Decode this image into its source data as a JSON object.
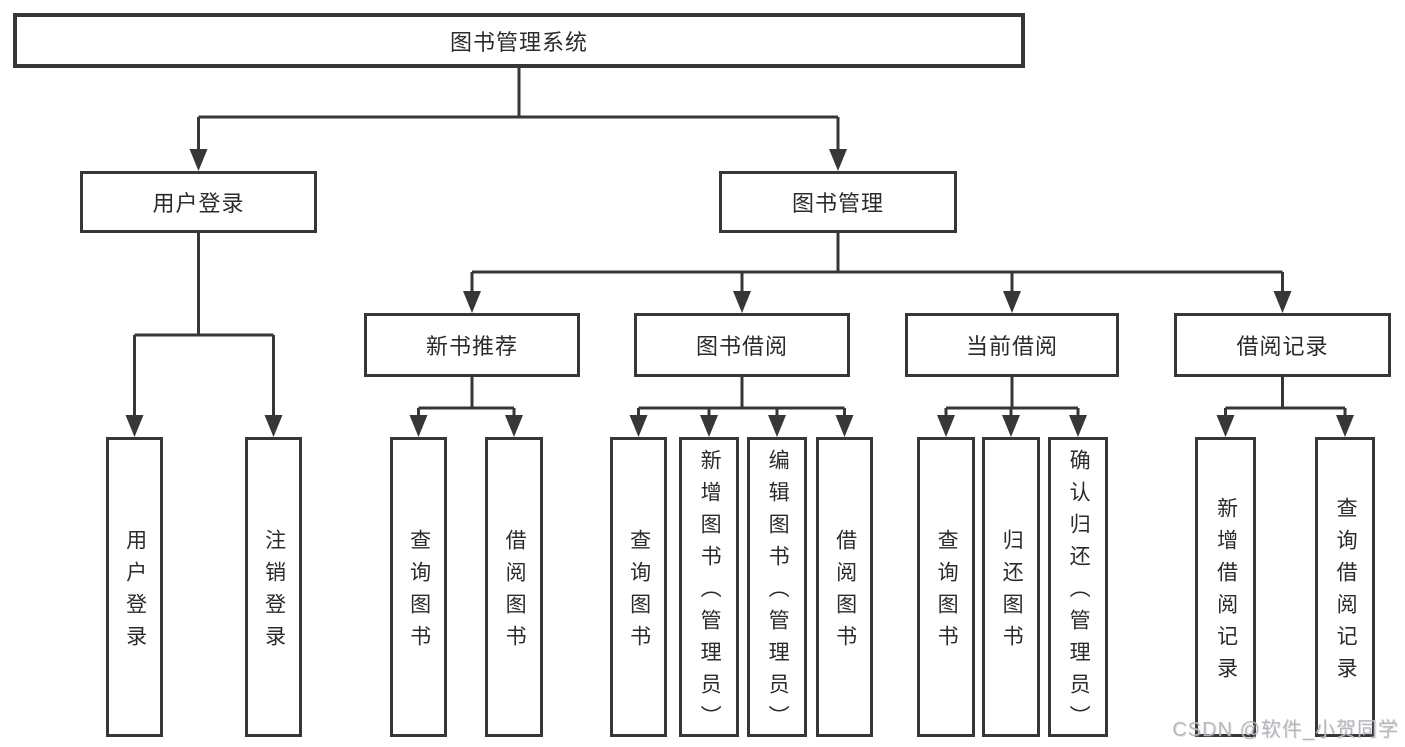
{
  "tree": {
    "root": {
      "label": "图书管理系统",
      "children": [
        {
          "label": "用户登录",
          "children": [
            {
              "label": "用户登录"
            },
            {
              "label": "注销登录"
            }
          ]
        },
        {
          "label": "图书管理",
          "children": [
            {
              "label": "新书推荐",
              "children": [
                {
                  "label": "查询图书"
                },
                {
                  "label": "借阅图书"
                }
              ]
            },
            {
              "label": "图书借阅",
              "children": [
                {
                  "label": "查询图书"
                },
                {
                  "label": "新增图书（管理员）"
                },
                {
                  "label": "编辑图书（管理员）"
                },
                {
                  "label": "借阅图书"
                }
              ]
            },
            {
              "label": "当前借阅",
              "children": [
                {
                  "label": "查询图书"
                },
                {
                  "label": "归还图书"
                },
                {
                  "label": "确认归还（管理员）"
                }
              ]
            },
            {
              "label": "借阅记录",
              "children": [
                {
                  "label": "新增借阅记录"
                },
                {
                  "label": "查询借阅记录"
                }
              ]
            }
          ]
        }
      ]
    }
  },
  "watermark": {
    "text": "CSDN @软件_小贺同学"
  },
  "colors": {
    "line": "#373737",
    "box_border": "#373737",
    "text": "#2b2b2b",
    "watermark": "#b7b7b7",
    "background": "#ffffff"
  }
}
